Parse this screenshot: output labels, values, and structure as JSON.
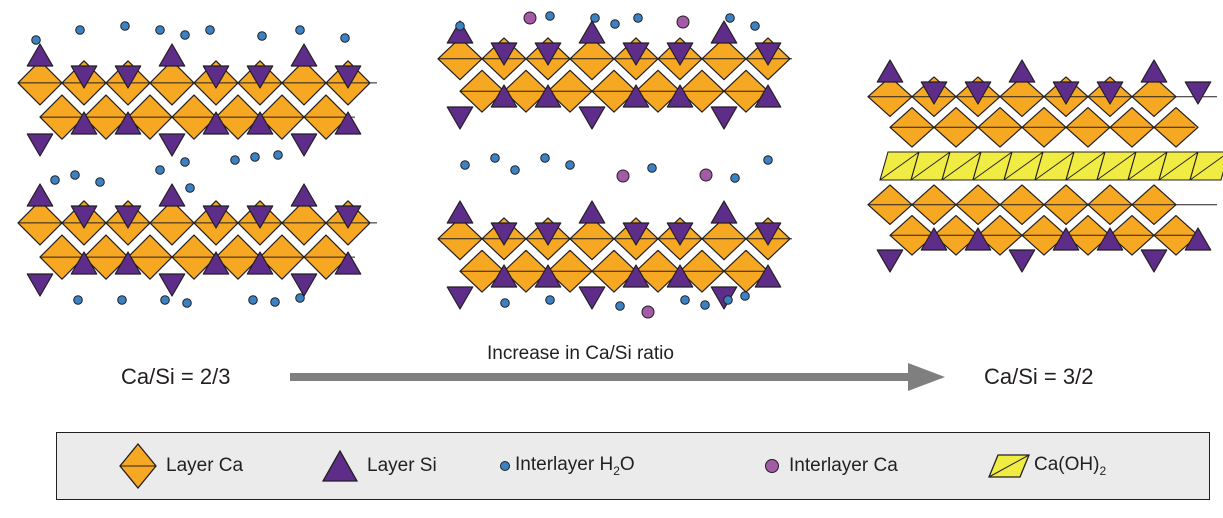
{
  "left_ratio": "Ca/Si = 2/3",
  "right_ratio": "Ca/Si = 3/2",
  "arrow_caption": "Increase in Ca/Si ratio",
  "legend": {
    "layer_ca": "Layer Ca",
    "layer_si": "Layer Si",
    "interlayer_h2o_prefix": "Interlayer H",
    "interlayer_h2o_sub": "2",
    "interlayer_h2o_suffix": "O",
    "interlayer_ca": "Interlayer Ca",
    "caoh2_prefix": "Ca(OH)",
    "caoh2_sub": "2"
  },
  "colors": {
    "layer_ca": "#f7a823",
    "layer_si": "#5e2d8a",
    "interlayer_h2o": "#3b82c4",
    "interlayer_ca": "#a35ba8",
    "caoh2": "#f0ec43",
    "arrow": "#7f7f7f",
    "legend_bg": "#ebebec"
  }
}
